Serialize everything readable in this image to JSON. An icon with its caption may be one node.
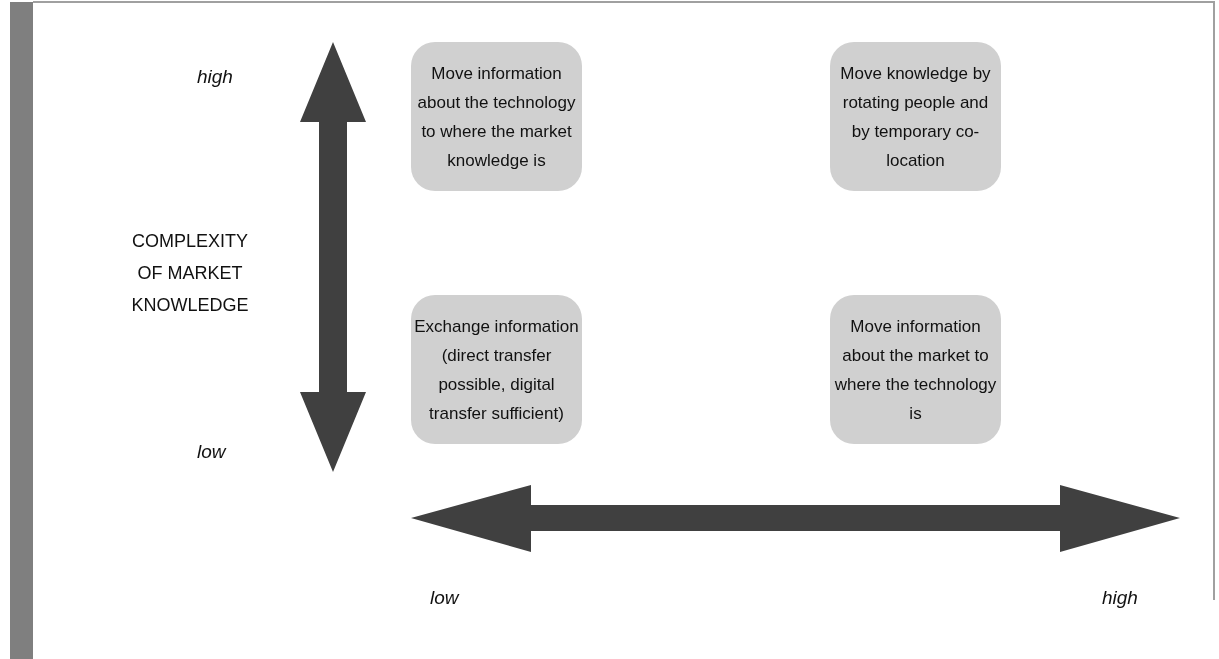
{
  "diagram": {
    "nodes": [
      {
        "text": [
          "Move information about the technology to where the market knowledge is"
        ]
      },
      {
        "text": [
          "Move knowledge by rotating people and by temporary co-location"
        ]
      },
      {
        "text": [
          "Exchange information (direct transfer possible, digital transfer sufficient)"
        ]
      },
      {
        "text": [
          "Move information about the market to where the technology is"
        ]
      }
    ],
    "edges": [],
    "labels": [
      "high",
      "COMPLEXITY OF MARKET KNOWLEDGE",
      "low",
      "low",
      "high"
    ]
  }
}
